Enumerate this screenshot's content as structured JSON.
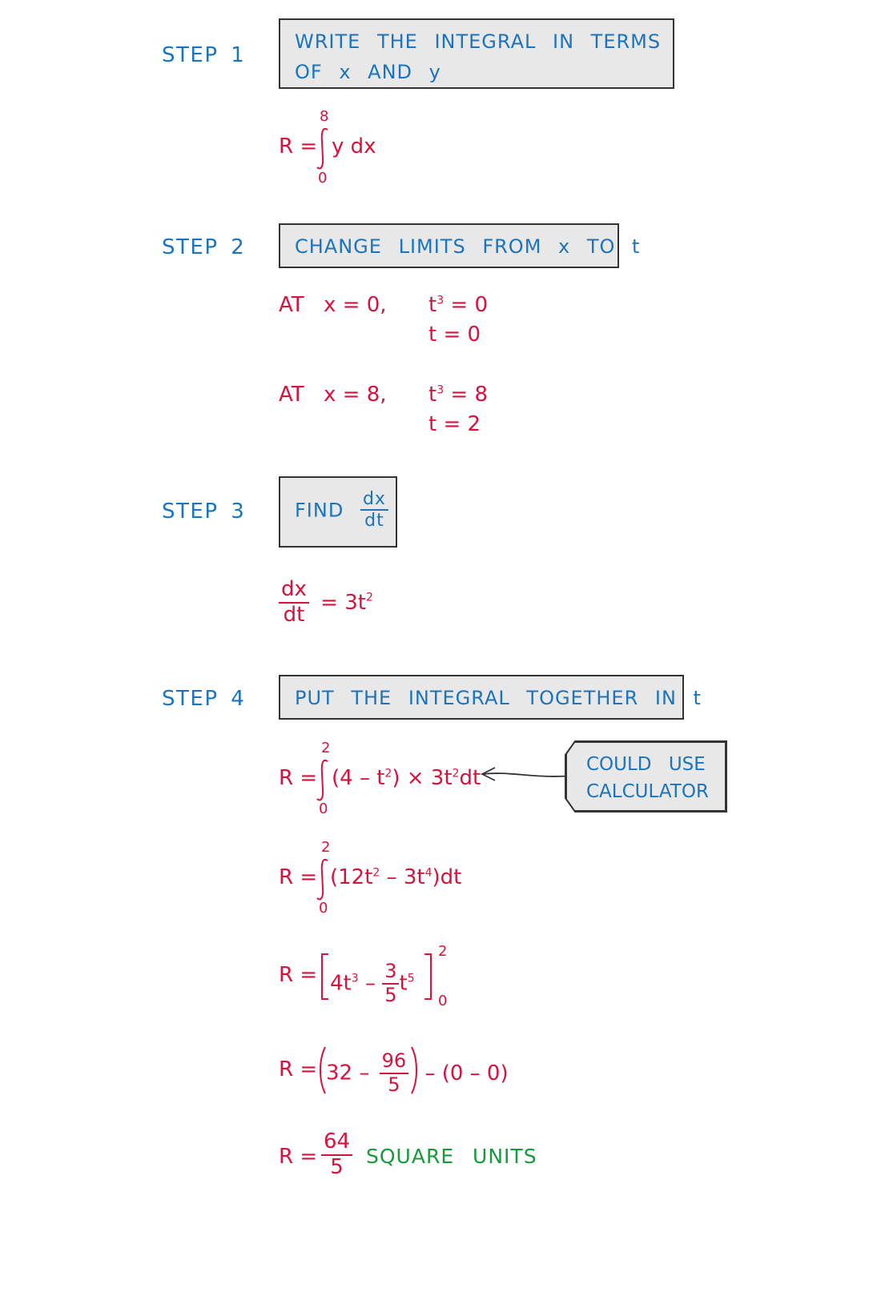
{
  "steps": [
    {
      "label": "STEP 1",
      "title": "WRITE THE INTEGRAL IN TERMS OF x AND y"
    },
    {
      "label": "STEP 2",
      "title": "CHANGE LIMITS FROM x TO t"
    },
    {
      "label": "STEP 3",
      "title": "FIND"
    },
    {
      "label": "STEP 4",
      "title": "PUT THE INTEGRAL TOGETHER IN t"
    }
  ],
  "step1": {
    "lhs": "R =",
    "upper": "8",
    "lower": "0",
    "integrand": "y dx"
  },
  "step2": {
    "at1": "AT",
    "x1": "x = 0,",
    "t1a_base": "t",
    "t1a_rest": "= 0",
    "t1b": "t = 0",
    "at2": "AT",
    "x2": "x = 8,",
    "t2a_base": "t",
    "t2a_rest": "= 8",
    "t2b": "t = 2",
    "cube": "3"
  },
  "step3": {
    "title_num": "dx",
    "title_den": "dt",
    "num": "dx",
    "den": "dt",
    "rhs": "= 3t",
    "rhs_exp": "2"
  },
  "step4": {
    "line1": {
      "lhs": "R =",
      "upper": "2",
      "lower": "0",
      "p1": "(4 – t",
      "e1": "2",
      "p2": ") × 3t",
      "e2": "2",
      "p3": "dt"
    },
    "callout": "COULD USE CALCULATOR",
    "line2": {
      "lhs": "R =",
      "upper": "2",
      "lower": "0",
      "p1": "(12t",
      "e1": "2",
      "p2": " – 3t",
      "e2": "4",
      "p3": ")dt"
    },
    "line3": {
      "lhs": "R =",
      "p1": "4t",
      "e1": "3",
      "minus": "–",
      "num": "3",
      "den": "5",
      "p2": "t",
      "e2": "5",
      "upper": "2",
      "lower": "0"
    },
    "line4": {
      "lhs": "R =",
      "p1": "32 –",
      "num": "96",
      "den": "5",
      "p2": "– (0 – 0)"
    },
    "line5": {
      "lhs": "R =",
      "num": "64",
      "den": "5",
      "units": "SQUARE UNITS"
    }
  }
}
